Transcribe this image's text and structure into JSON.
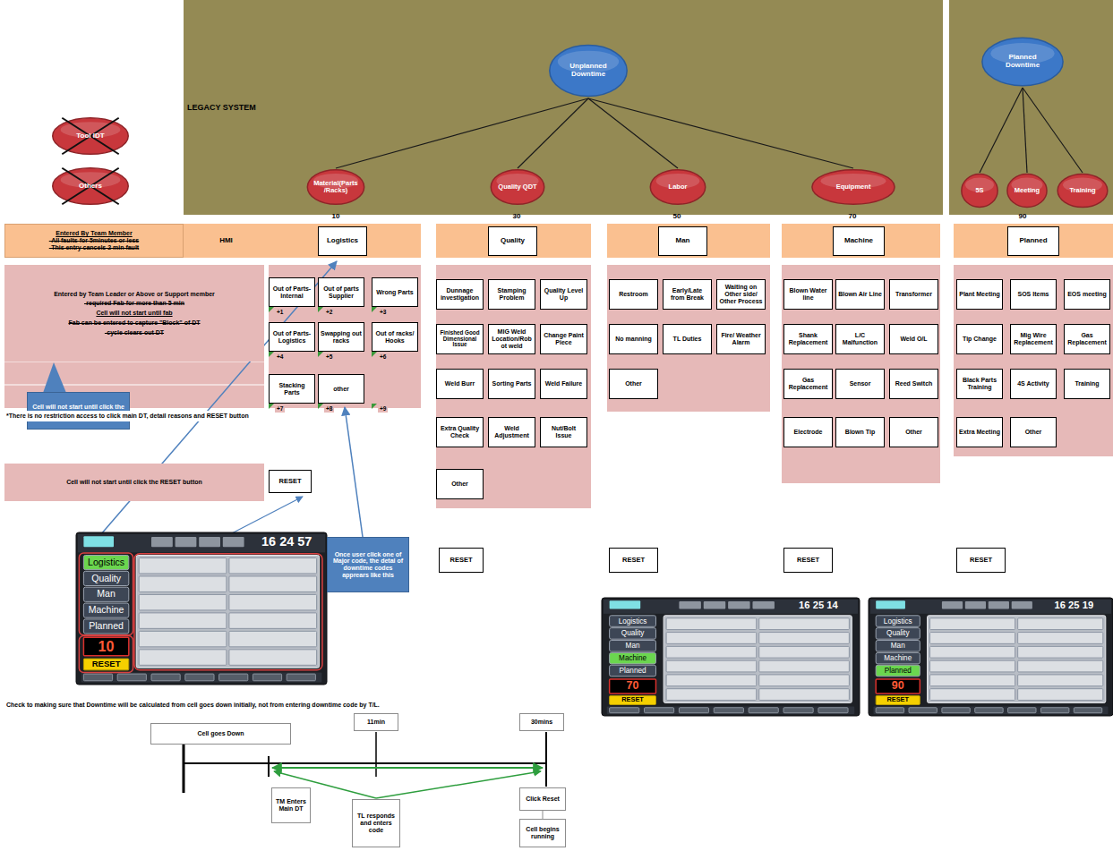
{
  "diagram": {
    "nodes": [
      {
        "text": [
          "LEGACY SYSTEM"
        ]
      },
      {
        "text": [
          "Unplanned Downtime"
        ],
        "in": 0
      },
      {
        "text": [
          "Material(Parts/Racks)"
        ],
        "in": 0
      },
      {
        "text": [
          "Quality QDT"
        ],
        "in": 0
      },
      {
        "text": [
          "Labor"
        ],
        "in": 0
      },
      {
        "text": [
          "Equipment"
        ],
        "in": 0
      },
      {
        "text": [
          "Planned Downtime"
        ]
      },
      {
        "text": [
          "5S"
        ]
      },
      {
        "text": [
          "Meeting"
        ]
      },
      {
        "text": [
          "Training"
        ]
      },
      {
        "text": [
          "Tool IDT"
        ]
      },
      {
        "text": [
          "Others"
        ]
      },
      {
        "text": [
          "Entered By Team Member",
          "-All faults for 5minutes or less",
          "-This entry cancels 2 min fault"
        ]
      },
      {
        "text": [
          "HMI"
        ]
      },
      {
        "text": [
          "Logistics"
        ]
      },
      {
        "text": [
          "Quality"
        ]
      },
      {
        "text": [
          "Man"
        ]
      },
      {
        "text": [
          "Machine"
        ]
      },
      {
        "text": [
          "Planned"
        ]
      },
      {
        "text": [
          "Entered by Team Leader or Above or Support member",
          "-required Fab for more than 5 min",
          "Cell will not start until fab",
          "Fab can be entered to capture \"Block\" of DT",
          "-cycle clears out DT"
        ]
      },
      {
        "text": [
          "Out of Parts-Internal"
        ]
      },
      {
        "text": [
          "Out of parts Supplier"
        ]
      },
      {
        "text": [
          "Wrong Parts"
        ]
      },
      {
        "text": [
          "Out of Parts-Logistics"
        ]
      },
      {
        "text": [
          "Swapping out racks"
        ]
      },
      {
        "text": [
          "Out of racks/ Hooks"
        ]
      },
      {
        "text": [
          "Stacking Parts"
        ]
      },
      {
        "text": [
          "other"
        ]
      },
      {
        "text": [
          "Dunnage investigation"
        ]
      },
      {
        "text": [
          "Stamping Problem"
        ]
      },
      {
        "text": [
          "Quality Level Up"
        ]
      },
      {
        "text": [
          "Finished Good Dimensional Issue"
        ]
      },
      {
        "text": [
          "MIG Weld Location/Robot weld"
        ]
      },
      {
        "text": [
          "Change Paint Piece"
        ]
      },
      {
        "text": [
          "Weld Burr"
        ]
      },
      {
        "text": [
          "Sorting Parts"
        ]
      },
      {
        "text": [
          "Weld Failure"
        ]
      },
      {
        "text": [
          "Extra Quality Check"
        ]
      },
      {
        "text": [
          "Weld Adjustment"
        ]
      },
      {
        "text": [
          "Nut/Bolt Issue"
        ]
      },
      {
        "text": [
          "Other"
        ]
      },
      {
        "text": [
          "Restroom"
        ]
      },
      {
        "text": [
          "Early/Late from Break"
        ]
      },
      {
        "text": [
          "Waiting on Other side/ Other Process"
        ]
      },
      {
        "text": [
          "No manning"
        ]
      },
      {
        "text": [
          "TL Duties"
        ]
      },
      {
        "text": [
          "Fire/ Weather Alarm"
        ]
      },
      {
        "text": [
          "Other"
        ]
      },
      {
        "text": [
          "Blown Water line"
        ]
      },
      {
        "text": [
          "Blown Air Line"
        ]
      },
      {
        "text": [
          "Transformer"
        ]
      },
      {
        "text": [
          "Shank Replacement"
        ]
      },
      {
        "text": [
          "L/C Malfunction"
        ]
      },
      {
        "text": [
          "Weld O/L"
        ]
      },
      {
        "text": [
          "Gas Replacement"
        ]
      },
      {
        "text": [
          "Sensor"
        ]
      },
      {
        "text": [
          "Reed Switch"
        ]
      },
      {
        "text": [
          "Electrode"
        ]
      },
      {
        "text": [
          "Blown Tip"
        ]
      },
      {
        "text": [
          "Other"
        ]
      },
      {
        "text": [
          "Plant Meeting"
        ]
      },
      {
        "text": [
          "SOS Items"
        ]
      },
      {
        "text": [
          "EOS meeting"
        ]
      },
      {
        "text": [
          "Tip Change"
        ]
      },
      {
        "text": [
          "Mig Wire Replacement"
        ]
      },
      {
        "text": [
          "Gas Replacement"
        ]
      },
      {
        "text": [
          "Black Parts Training"
        ]
      },
      {
        "text": [
          "4S Activity"
        ]
      },
      {
        "text": [
          "Training"
        ]
      },
      {
        "text": [
          "Extra Meeting"
        ]
      },
      {
        "text": [
          "Other"
        ]
      },
      {
        "text": [
          "Cell will not start until click the RESET button"
        ]
      },
      {
        "text": [
          "Cell will not start until click the RESET button"
        ]
      },
      {
        "text": [
          "RESET"
        ]
      },
      {
        "text": [
          "RESET"
        ]
      },
      {
        "text": [
          "RESET"
        ]
      },
      {
        "text": [
          "RESET"
        ]
      },
      {
        "text": [
          "RESET"
        ]
      },
      {
        "text": [
          "Once user click one of Major code, the detai of downtime codes apprears like this"
        ]
      },
      {
        "text": [
          "Cell goes Down"
        ]
      },
      {
        "text": [
          "11min"
        ]
      },
      {
        "text": [
          "30mins"
        ]
      },
      {
        "text": [
          "TM Enters Main DT"
        ]
      },
      {
        "text": [
          "TL responds and enters code"
        ]
      },
      {
        "text": [
          "Click Reset"
        ]
      },
      {
        "text": [
          "Cell begins running"
        ]
      }
    ],
    "edges": [
      {
        "from": 1,
        "to": 2,
        "arrow": "none"
      },
      {
        "from": 1,
        "to": 3,
        "arrow": "none"
      },
      {
        "from": 1,
        "to": 4,
        "arrow": "none"
      },
      {
        "from": 1,
        "to": 5,
        "arrow": "none"
      },
      {
        "from": 6,
        "to": 7,
        "arrow": "none"
      },
      {
        "from": 6,
        "to": 8,
        "arrow": "none"
      },
      {
        "from": 6,
        "to": 9,
        "arrow": "none"
      }
    ],
    "labels": [
      "10",
      "30",
      "50",
      "70",
      "90",
      "+1",
      "+2",
      "+3",
      "+4",
      "+5",
      "+6",
      "+7",
      "+8",
      "+9",
      "*There is no restriction access to click main DT, detail reasons and RESET button",
      "Check to making sure that Downtime will be calculated from cell goes down initially, not from entering downtime code by T/L.",
      "16 24 57",
      "Logistics",
      "Quality",
      "Man",
      "Machine",
      "Planned",
      "10",
      "RESET",
      "16 25 14",
      "Logistics",
      "Quality",
      "Man",
      "Machine",
      "Planned",
      "70",
      "RESET",
      "16 25 19",
      "Logistics",
      "Quality",
      "Man",
      "Machine",
      "Planned",
      "90",
      "RESET"
    ]
  }
}
